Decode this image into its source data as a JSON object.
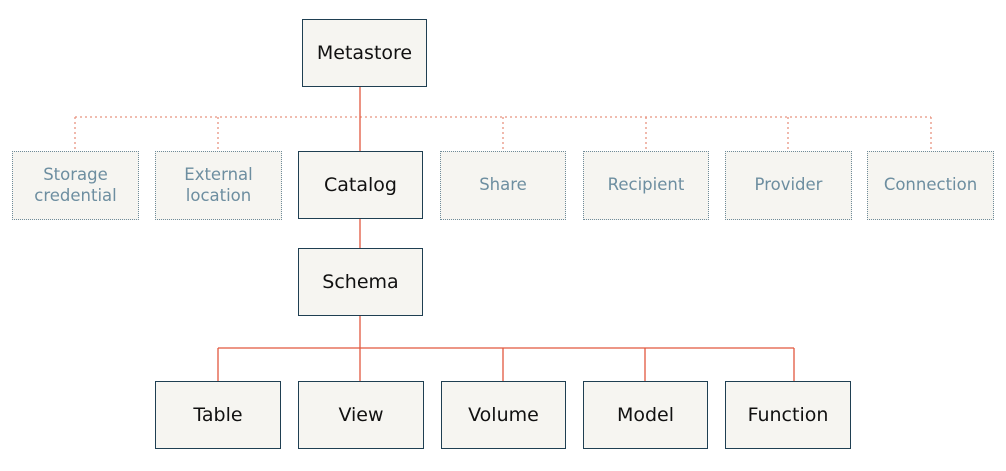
{
  "diagram": {
    "colors": {
      "solid_connector": "#e2583e",
      "dotted_connector": "#e8937f",
      "solid_border": "#1f3f52",
      "dotted_border": "#6f8b99",
      "node_fill": "#f6f5f1",
      "dimmed_text": "#6d8ea0",
      "primary_text": "#111111"
    },
    "metastore": "Metastore",
    "level1": {
      "storage_credential": "Storage\ncredential",
      "external_location": "External\nlocation",
      "catalog": "Catalog",
      "share": "Share",
      "recipient": "Recipient",
      "provider": "Provider",
      "connection": "Connection"
    },
    "schema": "Schema",
    "leaves": {
      "table": "Table",
      "view": "View",
      "volume": "Volume",
      "model": "Model",
      "function": "Function"
    }
  }
}
